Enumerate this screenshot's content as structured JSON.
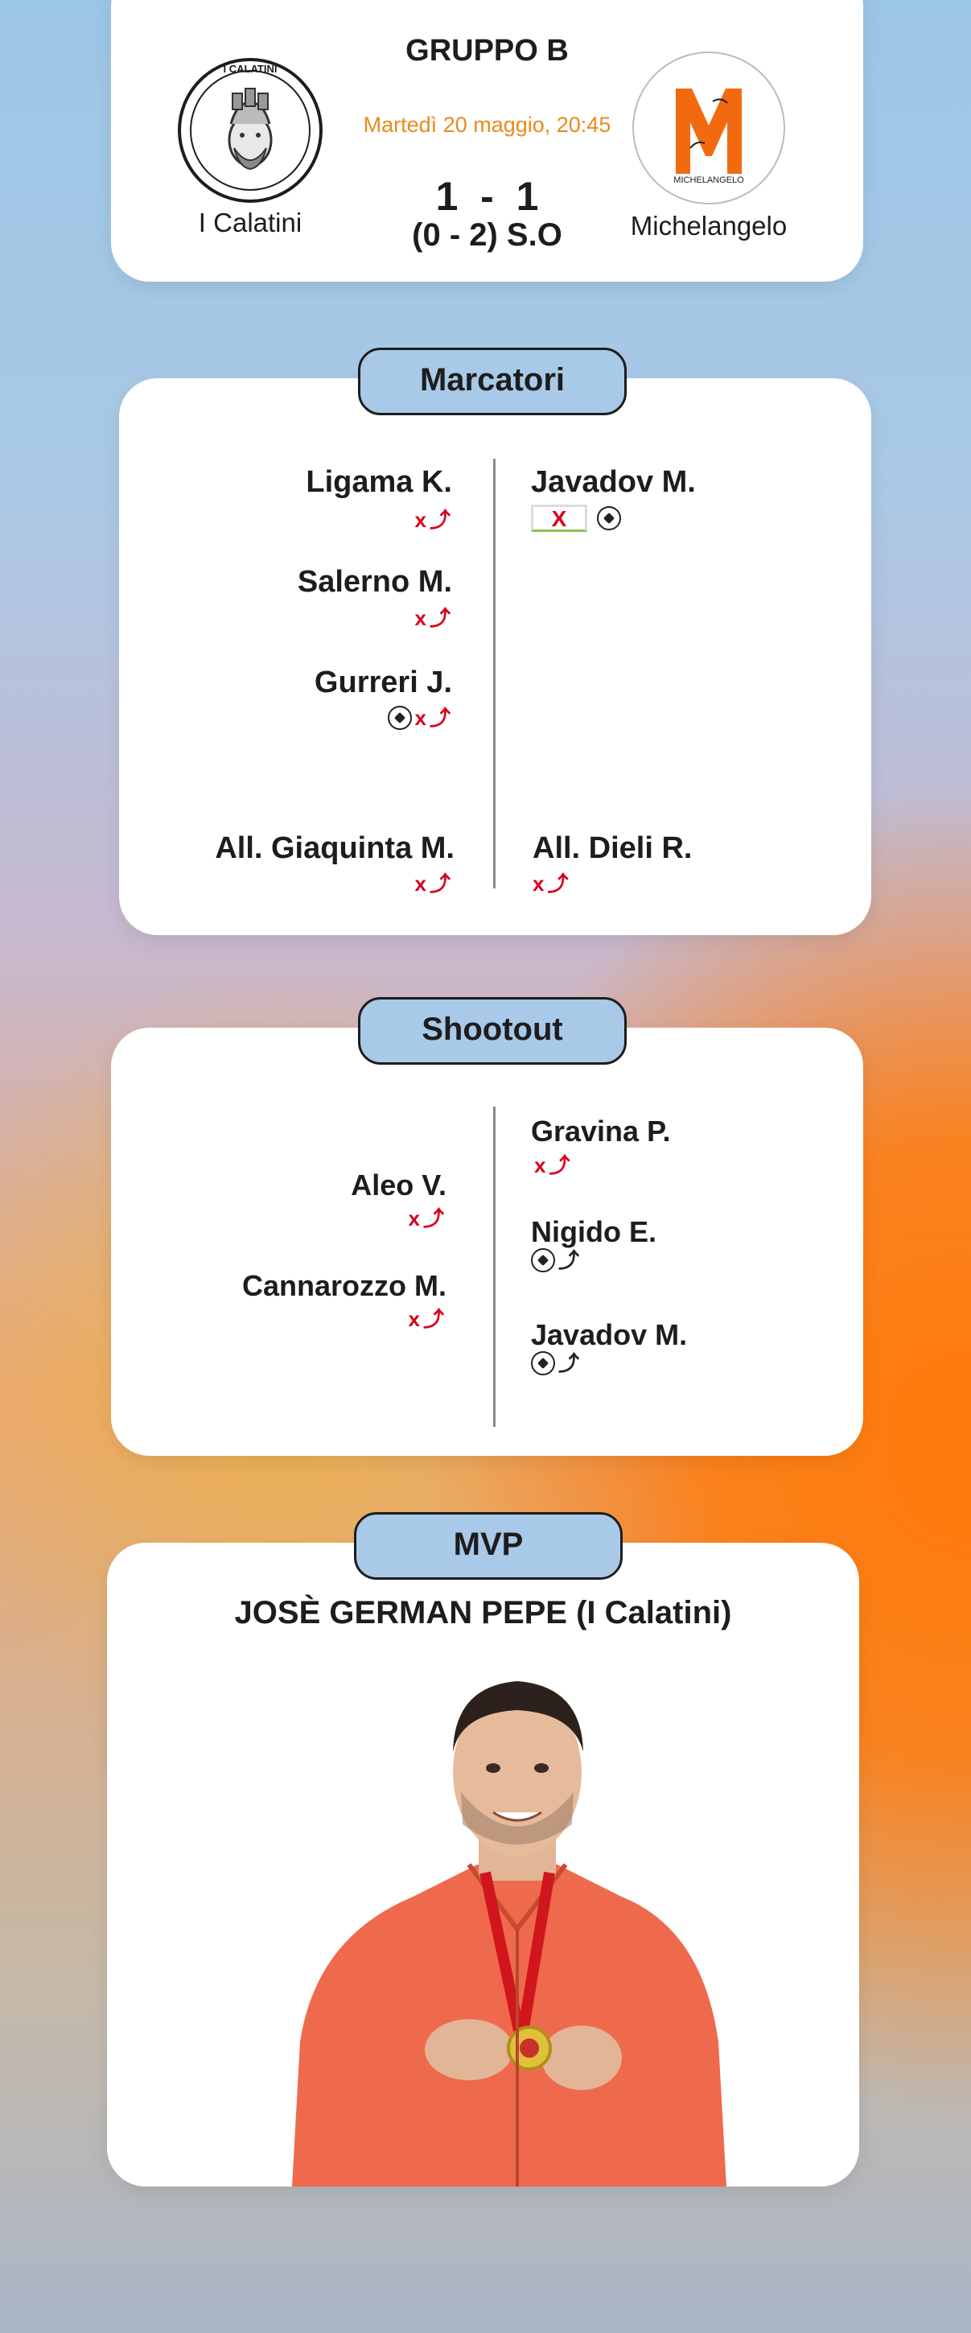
{
  "match": {
    "group": "GRUPPO B",
    "date": "Martedì 20 maggio, 20:45",
    "score": "1  -  1",
    "shootout": "(0 - 2) S.O",
    "home_team": "I Calatini",
    "away_team": "Michelangelo",
    "home_logo_text": "I CALATINI",
    "away_logo_text": "MICHELANGELO"
  },
  "sections": {
    "scorers": "Marcatori",
    "shootout": "Shootout",
    "mvp": "MVP"
  },
  "scorers": {
    "home": [
      {
        "name": "Ligama K.",
        "events": [
          "sub"
        ]
      },
      {
        "name": "Salerno M.",
        "events": [
          "sub"
        ]
      },
      {
        "name": "Gurreri J.",
        "events": [
          "goal",
          "sub"
        ]
      }
    ],
    "away": [
      {
        "name": "Javadov M.",
        "events": [
          "missed-goal",
          "goal"
        ]
      }
    ],
    "home_coach": "All. Giaquinta M.",
    "away_coach": "All. Dieli R."
  },
  "shootout": {
    "home": [
      {
        "name": "Aleo V.",
        "result": "missed"
      },
      {
        "name": "Cannarozzo M.",
        "result": "missed"
      }
    ],
    "away": [
      {
        "name": "Gravina P.",
        "result": "missed"
      },
      {
        "name": "Nigido E.",
        "result": "scored"
      },
      {
        "name": "Javadov M.",
        "result": "scored"
      }
    ]
  },
  "mvp": {
    "player": "JOSÈ GERMAN PEPE (I Calatini)"
  },
  "colors": {
    "accent_orange": "#ea8a1a",
    "pill_blue": "#a8c9e8",
    "miss_red": "#d9001b",
    "michelangelo_orange": "#f26a10"
  }
}
